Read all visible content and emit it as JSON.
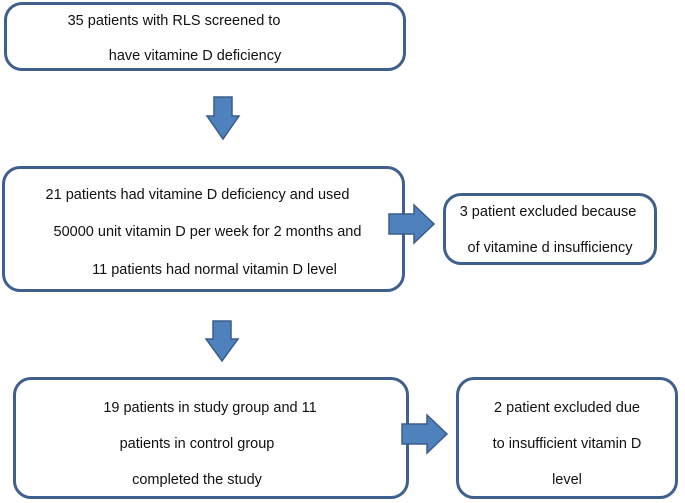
{
  "flowchart": {
    "screening": {
      "lines": [
        "35 patients with RLS screened to",
        "have vitamine D deficiency"
      ]
    },
    "deficiency": {
      "lines": [
        "21 patients had vitamine D deficiency and used",
        "50000 unit vitamin D per week for 2 months and",
        "11 patients had normal vitamin D level"
      ]
    },
    "excluded_insufficiency": {
      "lines": [
        "3 patient excluded because",
        "of vitamine d insufficiency"
      ]
    },
    "completed": {
      "lines": [
        "19 patients in study group and 11",
        "patients in control group",
        "completed the study"
      ]
    },
    "excluded_level": {
      "lines": [
        "2 patient excluded due",
        "to insufficient vitamin D",
        "level"
      ]
    }
  },
  "colors": {
    "box_border": "#3F5F8E",
    "arrow_fill": "#4F81BD",
    "arrow_stroke": "#385D8A"
  }
}
